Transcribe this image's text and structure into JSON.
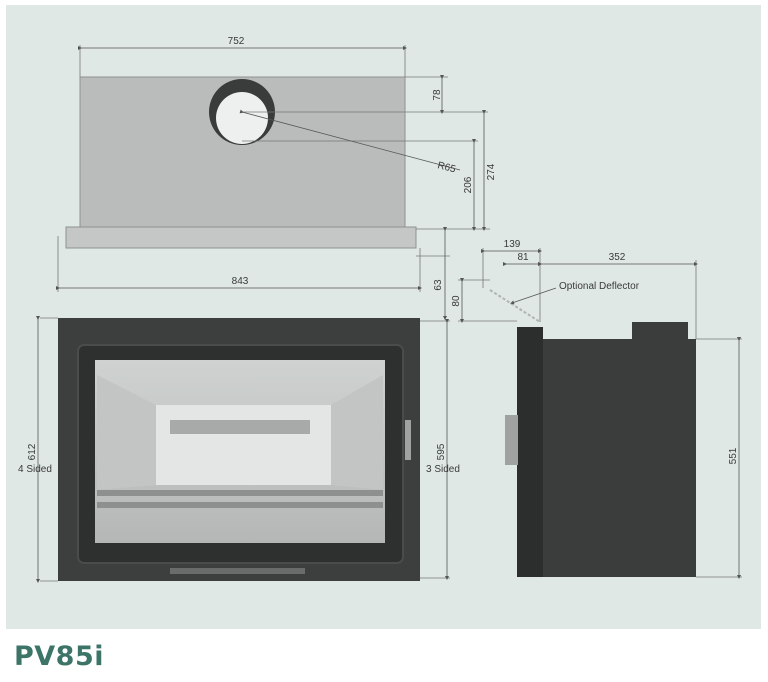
{
  "product": {
    "name": "PV85i"
  },
  "colors": {
    "background": "#dfe8e5",
    "title": "#3d7468",
    "dimension_line": "#555555",
    "body_grey": "#b9bcbb",
    "dark_body": "#3b3c3c"
  },
  "top_view": {
    "width_top": "752",
    "width_bottom": "843",
    "flue_offset": "78",
    "flue_radius": "R65",
    "flue_to_front": "206",
    "depth": "274",
    "lower_offset": "63"
  },
  "front_view": {
    "height_4_sided": "612",
    "label_4_sided": "4 Sided",
    "height_3_sided": "595",
    "label_3_sided": "3 Sided"
  },
  "side_view": {
    "overall_front": "139",
    "front_depth": "81",
    "body_depth": "352",
    "deflector_height": "80",
    "deflector_label": "Optional Deflector",
    "height": "551"
  }
}
